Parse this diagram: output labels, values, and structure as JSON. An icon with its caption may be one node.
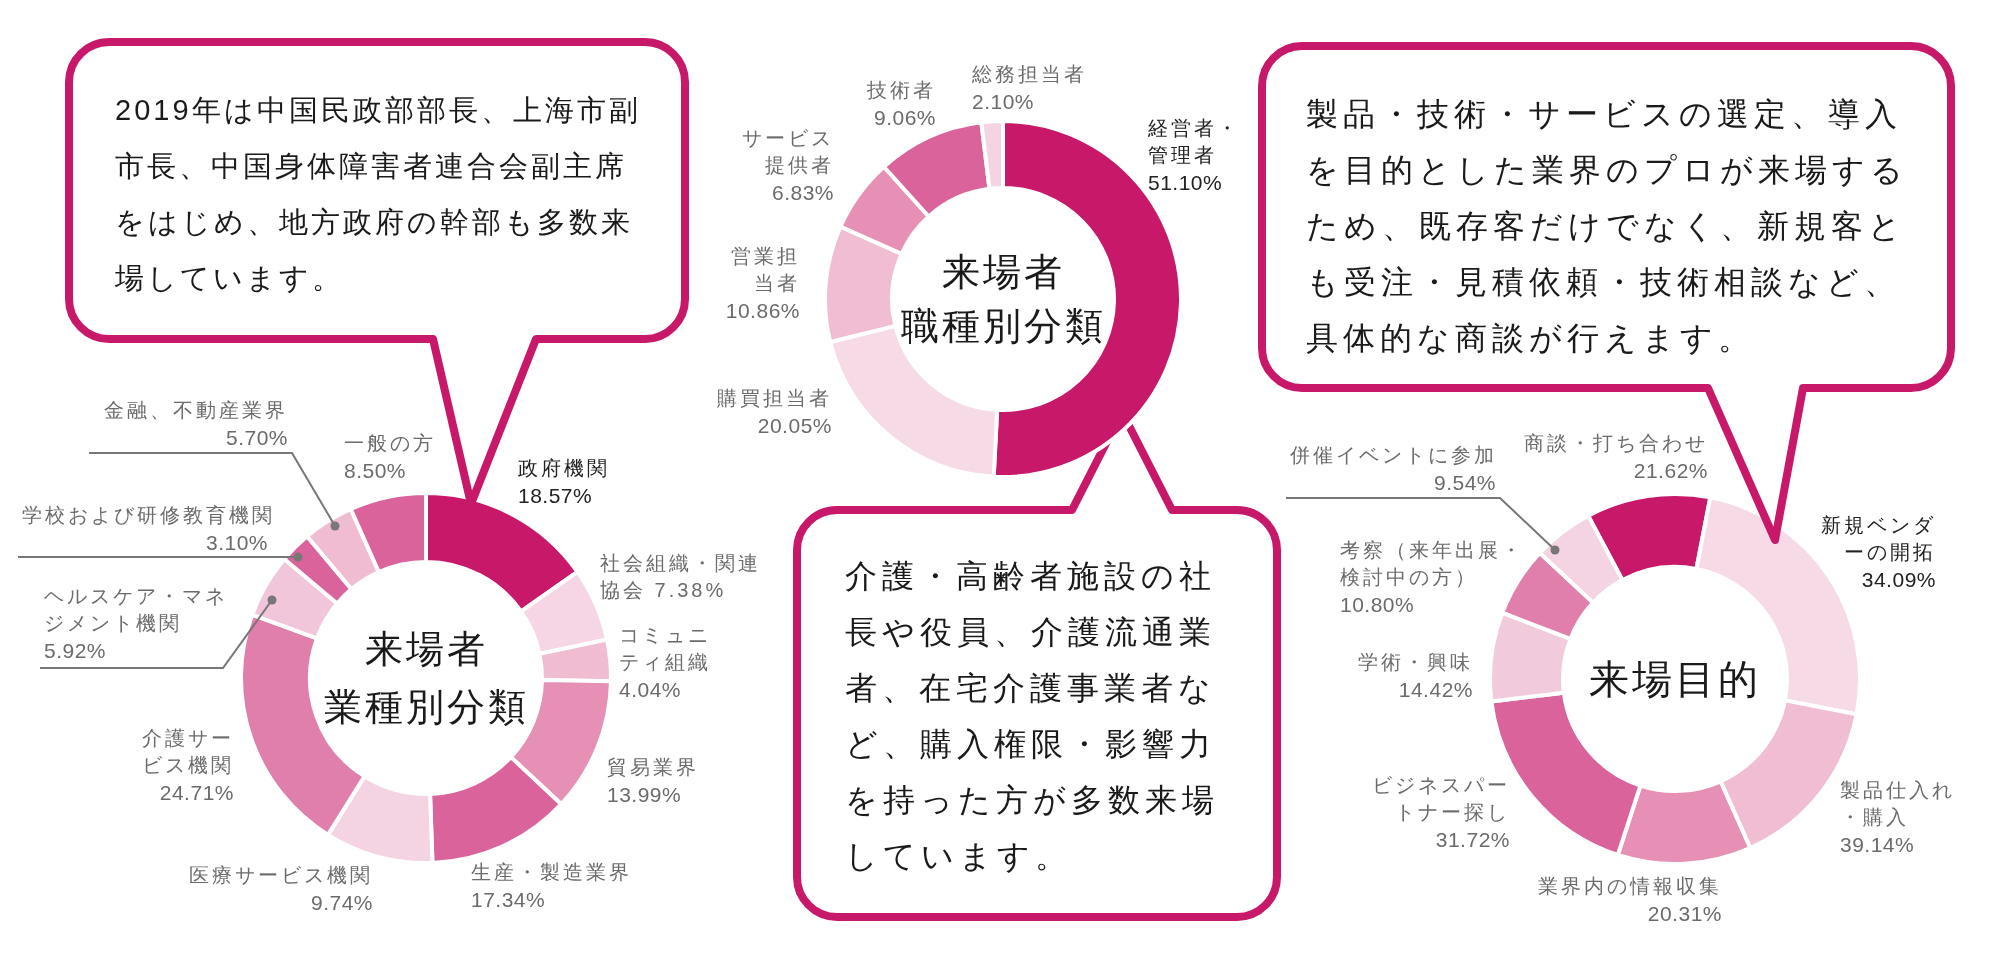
{
  "diagram": {
    "nodes": [
      {
        "text": [
          "2019年は中国民政部部長、上海市副市長、中国身体障害者連合会副主席をはじめ、地方政府の幹部も多数来場しています。"
        ]
      },
      {
        "text": [
          "来場者",
          "業種別分類"
        ]
      },
      {
        "text": [
          "金融、不動産業界",
          "5.70%"
        ]
      },
      {
        "text": [
          "学校および研修教育機関",
          "3.10%"
        ]
      },
      {
        "text": [
          "ヘルスケア・マネジメント機関",
          "5.92%"
        ]
      },
      {
        "text": [
          "来場者",
          "職種別分類"
        ]
      },
      {
        "text": [
          "介護・高齢者施設の社長や役員、介護流通業者、在宅介護事業者など、購入権限・影響力を持った方が多数来場しています。"
        ]
      },
      {
        "text": [
          "製品・技術・サービスの選定、導入を目的とした業界のプロが来場するため、既存客だけでなく、新規客とも受注・見積依頼・技術相談など、具体的な商談が行えます。"
        ]
      },
      {
        "text": [
          "来場目的"
        ]
      },
      {
        "text": [
          "併催イベントに参加",
          "9.54%"
        ]
      },
      {
        "text": [],
        "shape": "segment"
      },
      {
        "text": [],
        "shape": "segment"
      },
      {
        "text": [],
        "shape": "segment"
      },
      {
        "text": [],
        "shape": "segment"
      }
    ],
    "edges": [
      {
        "from": 2,
        "to": 10,
        "arrow": "other"
      },
      {
        "from": 3,
        "to": 11,
        "arrow": "other"
      },
      {
        "from": 4,
        "to": 12,
        "arrow": "other"
      },
      {
        "from": 9,
        "to": 13,
        "arrow": "other"
      }
    ],
    "labels": [
      "一般の方",
      "8.50%",
      "政府機関",
      "18.57%",
      "社会組織・関連協会 7.38%",
      "コミュニティ組織",
      "4.04%",
      "貿易業界",
      "13.99%",
      "介護サービス機関",
      "24.71%",
      "生産・製造業界",
      "17.34%",
      "医療サービス機関",
      "9.74%",
      "総務担当者",
      "2.10%",
      "技術者",
      "9.06%",
      "経営者・管理者",
      "51.10%",
      "サービス提供者",
      "6.83%",
      "営業担当者",
      "10.86%",
      "購買担当者",
      "20.05%",
      "商談・打ち合わせ",
      "21.62%",
      "新規ベンダーの開拓",
      "34.09%",
      "考察（来年出展・検討中の方）",
      "10.80%",
      "学術・興味",
      "14.42%",
      "ビジネスパートナー探し",
      "31.72%",
      "製品仕入れ・購入",
      "39.14%",
      "業界内の情報収集",
      "20.31%"
    ]
  }
}
